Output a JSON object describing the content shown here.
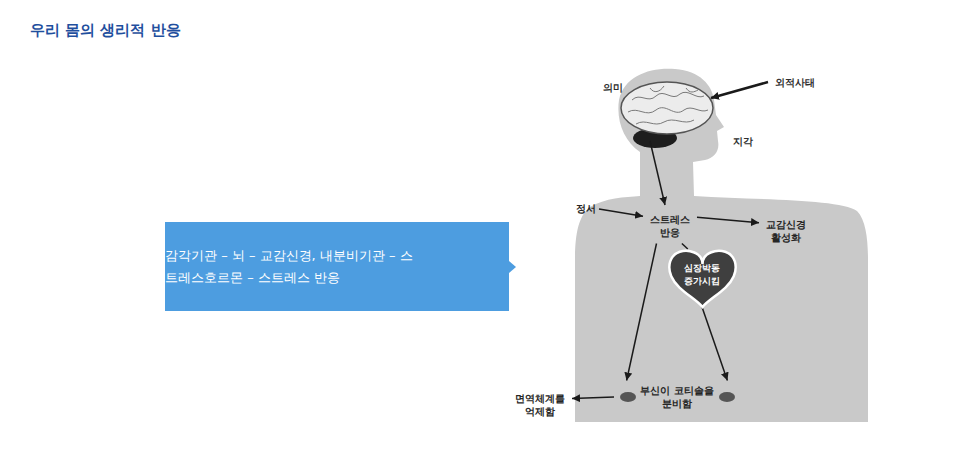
{
  "diagram": {
    "title": "우리 몸의 생리적 반응",
    "nodes": [
      {
        "text": [
          "감각기관 – 뇌 – 교감신경, 내분비기관 – 스트레스호르몬 – 스트레스 반응"
        ]
      },
      {
        "text": [
          "정서"
        ]
      },
      {
        "text": [
          "스트레스 반응"
        ]
      },
      {
        "text": [
          "교감신경 활성화"
        ]
      },
      {
        "text": [
          "심장박동 증가시킴"
        ]
      },
      {
        "text": [
          "부신이 코티솔을 분비함"
        ]
      },
      {
        "text": [
          "면역체계를 억제함"
        ]
      }
    ],
    "edges": [
      {
        "from": 1,
        "to": 2,
        "arrow": "to"
      },
      {
        "from": 2,
        "to": 3,
        "arrow": "to"
      },
      {
        "from": 2,
        "to": 4,
        "arrow": "none"
      },
      {
        "from": 4,
        "to": 5,
        "arrow": "to"
      },
      {
        "from": 2,
        "to": 5,
        "arrow": "to"
      },
      {
        "from": 5,
        "to": 6,
        "arrow": "to"
      }
    ],
    "labels": [
      "의미",
      "외적사태",
      "지각"
    ]
  }
}
